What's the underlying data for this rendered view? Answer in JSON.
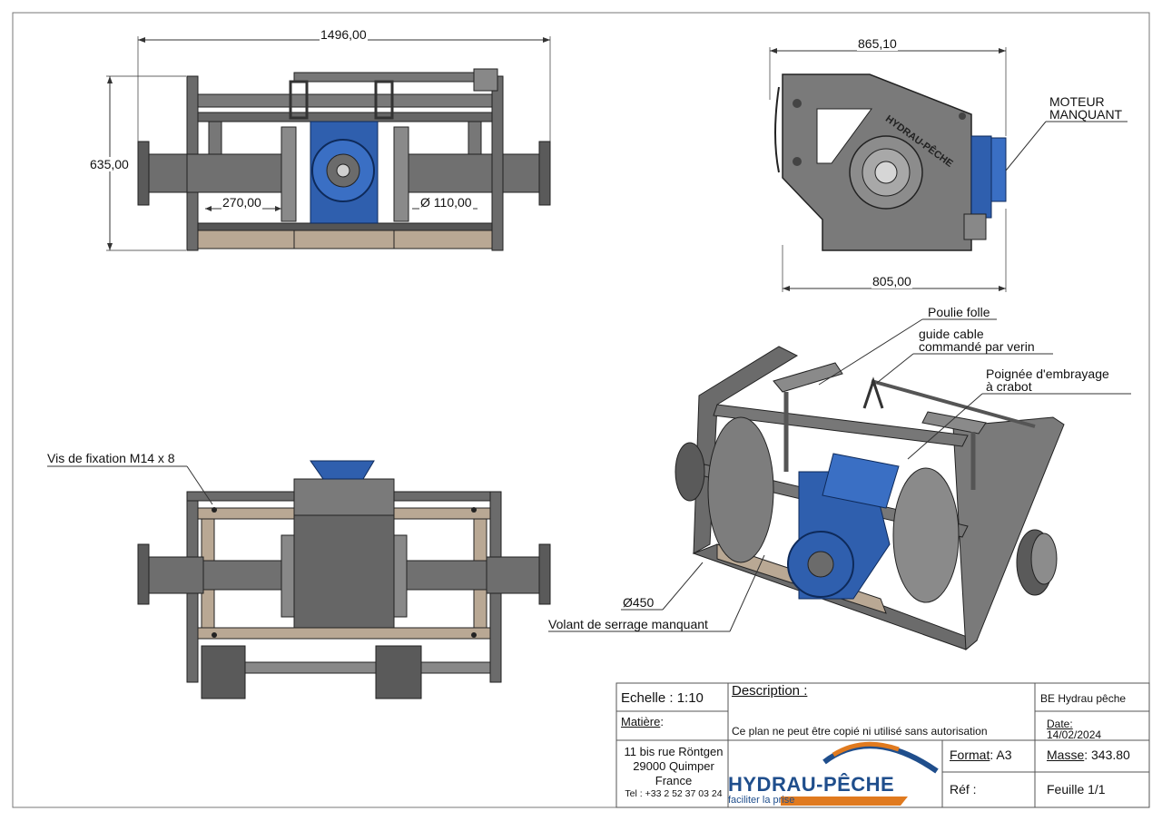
{
  "dimensions": {
    "front_width": "1496,00",
    "front_height": "635,00",
    "drum_offset": "270,00",
    "shaft_diameter": "110,00",
    "side_width_top": "865,10",
    "side_width_bottom": "805,00",
    "drum_diameter": "Ø450"
  },
  "callouts": {
    "motor": [
      "MOTEUR",
      "MANQUANT"
    ],
    "idler_pulley": "Poulie folle",
    "cable_guide": [
      "guide cable",
      "commandé par verin"
    ],
    "clutch_handle": [
      "Poignée d'embrayage",
      "à crabot"
    ],
    "fixing_screws": "Vis de fixation M14 x 8",
    "handwheel": "Volant de serrage manquant"
  },
  "side_logo_text": "HYDRAU-PÊCHE",
  "title_block": {
    "scale": "Echelle : 1:10",
    "material_label": "Matière",
    "material_colon": ":",
    "address": [
      "11 bis rue Röntgen",
      "29000 Quimper",
      "France",
      "Tel : +33 2 52 37 03 24"
    ],
    "description_label": "Description :",
    "notice": "Ce plan ne peut être copié ni utilisé sans autorisation",
    "logo_name": "HYDRAU-PÊCHE",
    "logo_tagline": "faciliter la prise",
    "format_label": "Format",
    "format_value": ": A3",
    "ref_label": "Réf :",
    "project": "BE Hydrau pêche",
    "date_label": "Date:",
    "date_value": "14/02/2024",
    "mass_label": "Masse",
    "mass_value": ": 343.80",
    "sheet": "Feuille 1/1"
  },
  "colors": {
    "steel": "#6b6b6b",
    "steel_dark": "#3f3f3f",
    "steel_light": "#9a9a9a",
    "motor_blue": "#2f5fae",
    "wood": "#b9a894",
    "logo_blue": "#1f4e8c",
    "logo_orange": "#e07a1f"
  }
}
